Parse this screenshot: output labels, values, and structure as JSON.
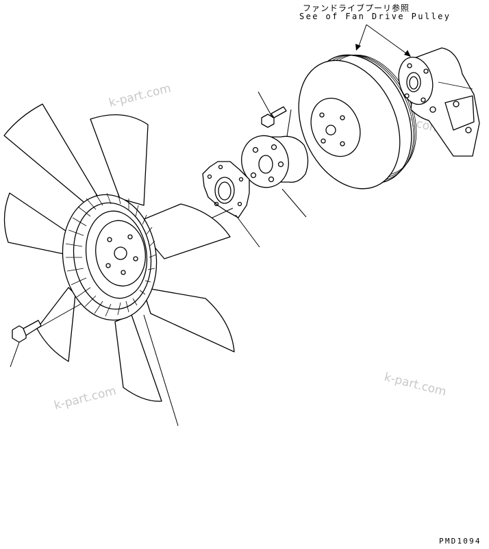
{
  "reference_note": {
    "japanese": "ファンドライブプーリ参照",
    "english": "See of Fan Drive Pulley"
  },
  "drawing_code": "PMD1094",
  "watermarks": [
    "k-part.com",
    "k-part.com",
    "k-part.com",
    "k-part.com"
  ],
  "colors": {
    "line": "#000000",
    "background": "#ffffff",
    "watermark": "#c8c8c8"
  }
}
